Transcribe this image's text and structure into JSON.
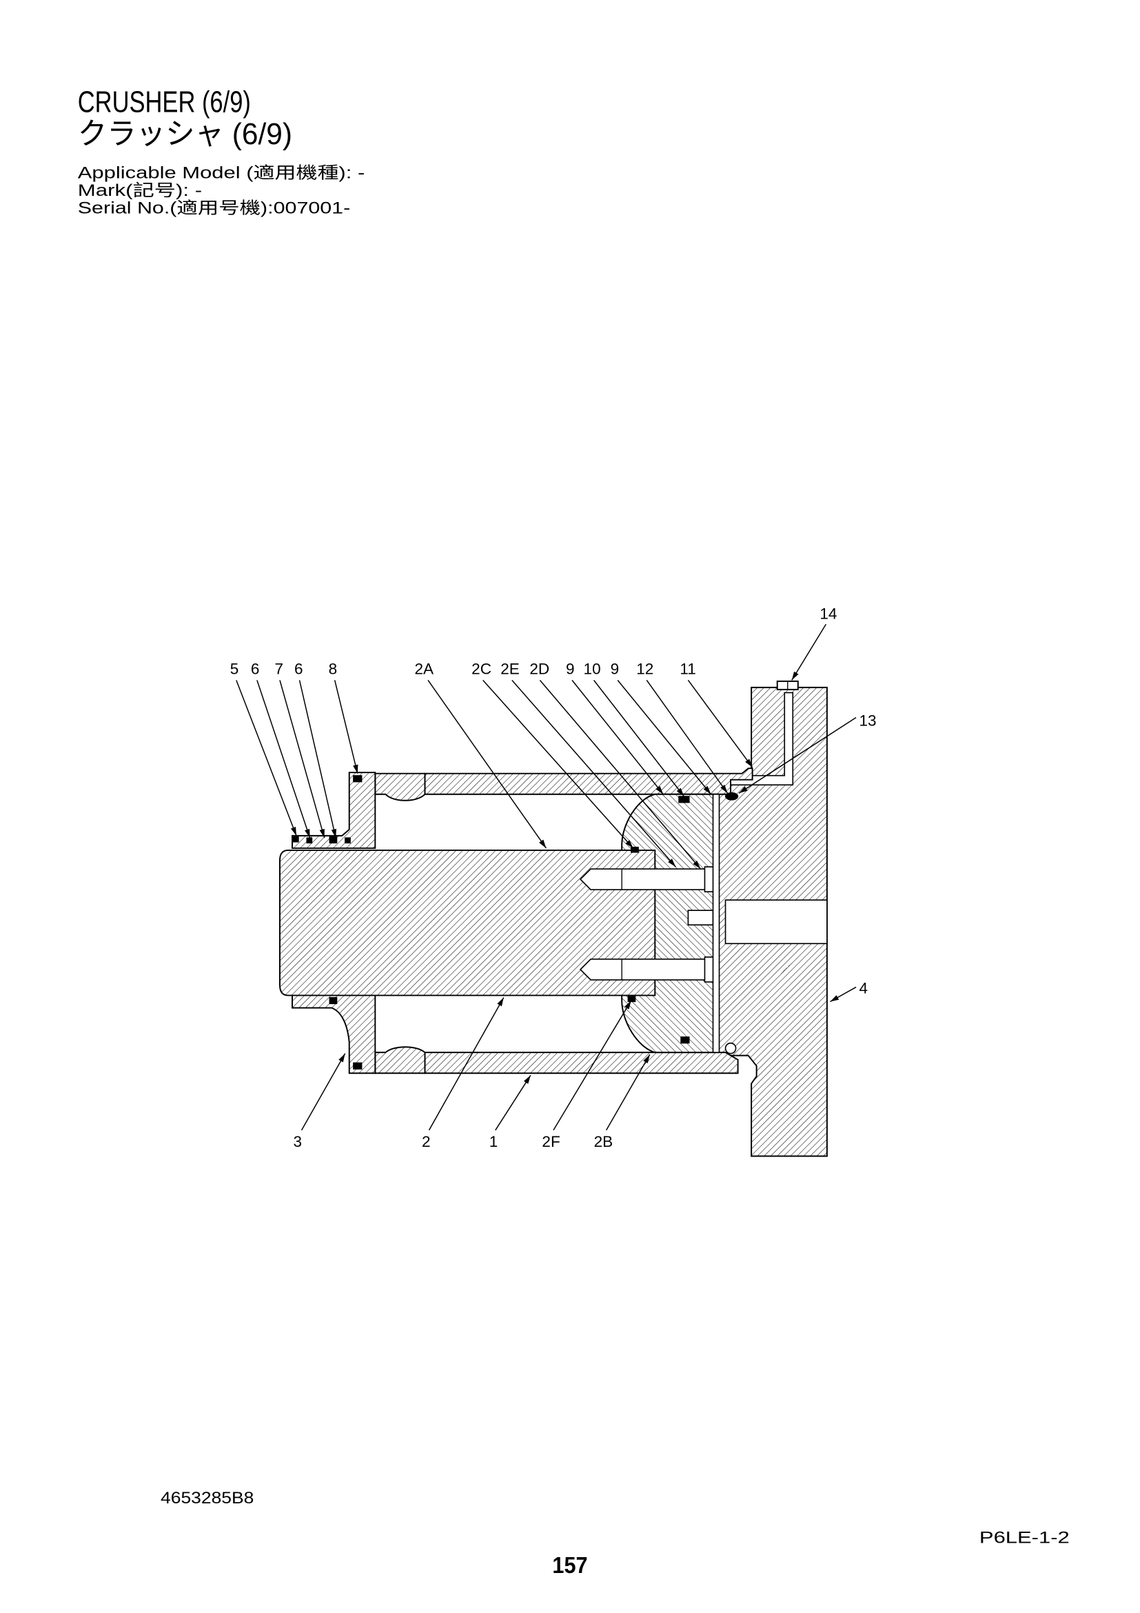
{
  "header": {
    "title_en": "CRUSHER (6/9)",
    "title_ja": "クラッシャ (6/9)",
    "applicable_model": "Applicable Model (適用機種): -",
    "mark": "Mark(記号): -",
    "serial_no": "Serial No.(適用号機):007001-"
  },
  "callouts": {
    "top": [
      "5",
      "6",
      "7",
      "6",
      "8",
      "2A",
      "2C",
      "2E",
      "2D",
      "9",
      "10",
      "9",
      "12",
      "11"
    ],
    "upper_right": [
      "14",
      "13"
    ],
    "right": "4",
    "bottom": [
      "3",
      "2",
      "1",
      "2F",
      "2B"
    ]
  },
  "footer": {
    "drawing_no": "4653285B8",
    "section_code": "P6LE-1-2",
    "page_number": "157"
  }
}
